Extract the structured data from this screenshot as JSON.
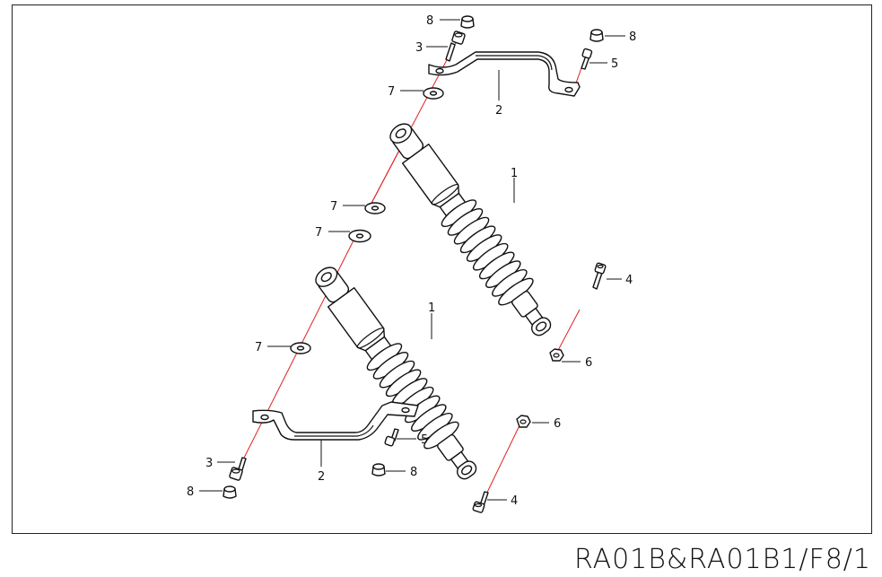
{
  "drawing_code": "RA01B&RA01B1/F8/1",
  "callouts": {
    "shock_upper": "1",
    "shock_lower": "1",
    "bracket_upper": "2",
    "bracket_lower": "2",
    "bolt3_upper": "3",
    "bolt3_lower": "3",
    "bolt4_upper": "4",
    "bolt4_lower": "4",
    "bolt5_upper": "5",
    "bolt5_lower": "5",
    "nut6_upper": "6",
    "nut6_lower": "6",
    "washer7_a": "7",
    "washer7_b": "7",
    "washer7_c": "7",
    "washer7_d": "7",
    "cap8_top": "8",
    "cap8_topright": "8",
    "cap8_mid": "8",
    "cap8_bottom": "8"
  }
}
